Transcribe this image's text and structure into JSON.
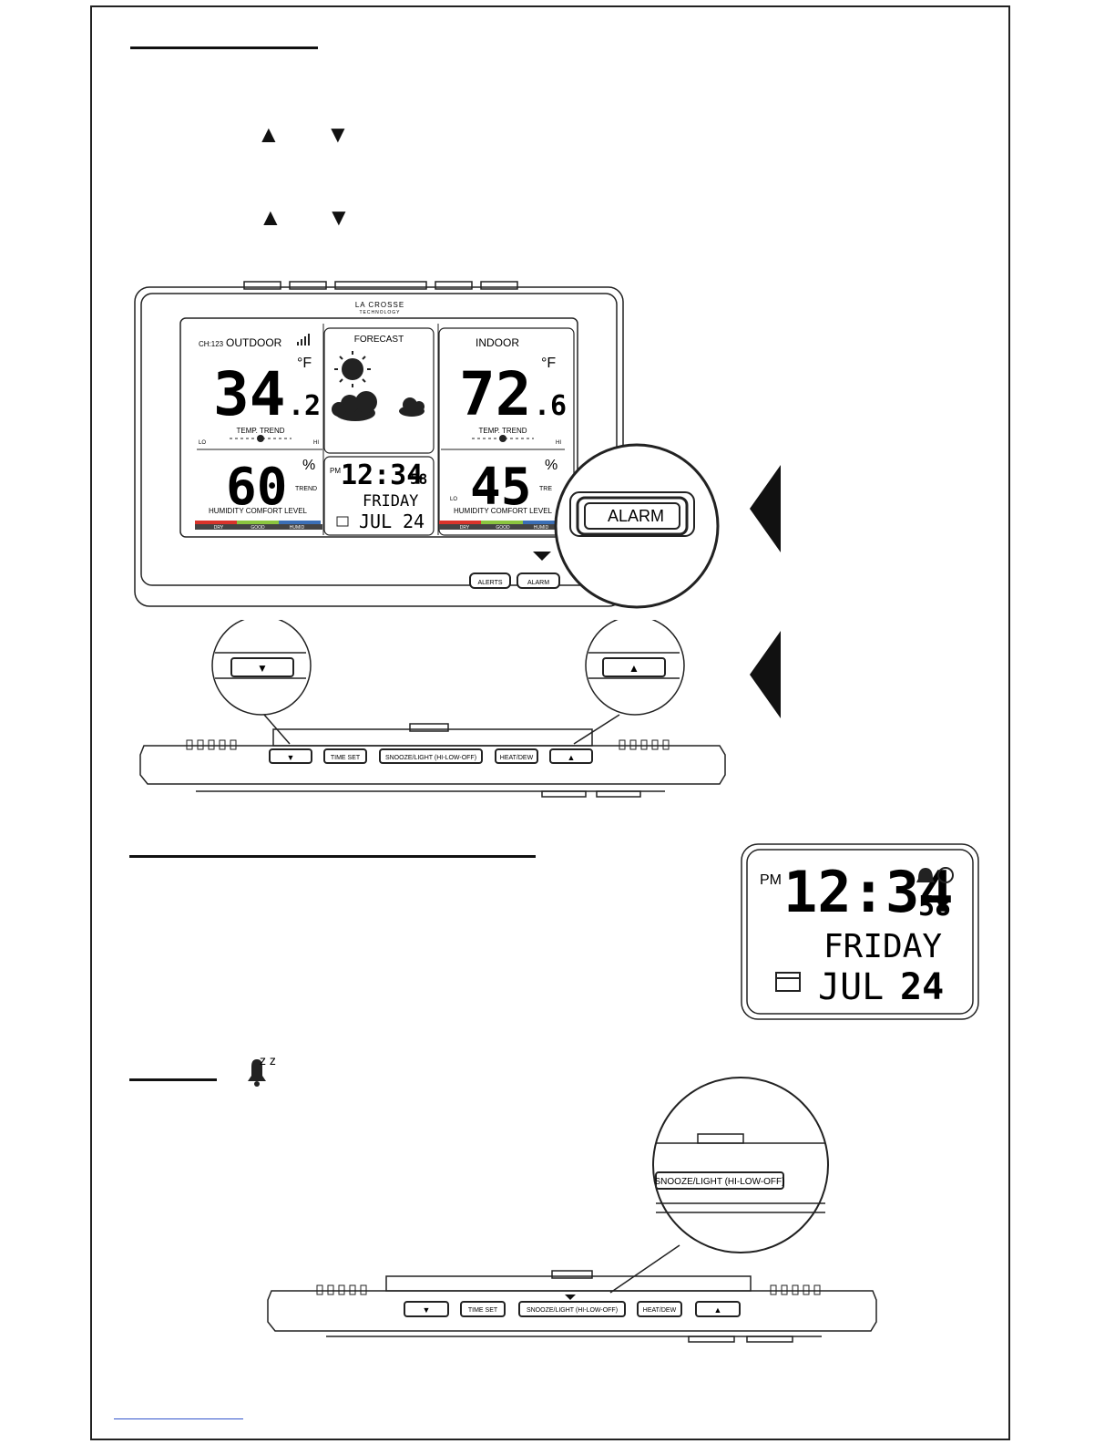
{
  "station": {
    "brand": "LA CROSSE",
    "brand_sub": "TECHNOLOGY",
    "outdoor": {
      "channel": "CH:123",
      "label": "OUTDOOR",
      "temp_main": "34",
      "temp_dec": ".2",
      "unit": "°F",
      "trend_label": "TEMP. TREND",
      "lo": "LO",
      "hi": "HI",
      "humidity": "60",
      "humidity_unit": "%",
      "humidity_trend": "TREND",
      "comfort": "HUMIDITY COMFORT LEVEL",
      "dry": "DRY",
      "good": "GOOD",
      "humid": "HUMID"
    },
    "forecast": {
      "label": "FORECAST"
    },
    "indoor": {
      "label": "INDOOR",
      "temp_main": "72",
      "temp_dec": ".6",
      "unit": "°F",
      "trend_label": "TEMP. TREND",
      "lo": "LO",
      "hi": "HI",
      "humidity": "45",
      "humidity_unit": "%",
      "humidity_trend": "TRE",
      "comfort": "HUMIDITY COMFORT LEVEL",
      "dry": "DRY",
      "good": "GOOD",
      "humid": "HUMID"
    },
    "clock": {
      "ampm": "PM",
      "time": "12:34",
      "seconds": "58",
      "day": "FRIDAY",
      "month": "JUL",
      "date": "24"
    },
    "front_buttons": {
      "alerts": "ALERTS",
      "alarm": "ALARM"
    },
    "zoom_alarm": "ALARM"
  },
  "top_buttons": {
    "down": "▼",
    "time_set": "TIME SET",
    "snooze": "SNOOZE/LIGHT (HI-LOW-OFF)",
    "heat_dew": "HEAT/DEW",
    "up": "▲"
  },
  "zoom_snooze": "SNOOZE/LIGHT (HI-LOW-OFF)",
  "glyphs": {
    "up": "▲",
    "down": "▼",
    "zz": "z z"
  }
}
